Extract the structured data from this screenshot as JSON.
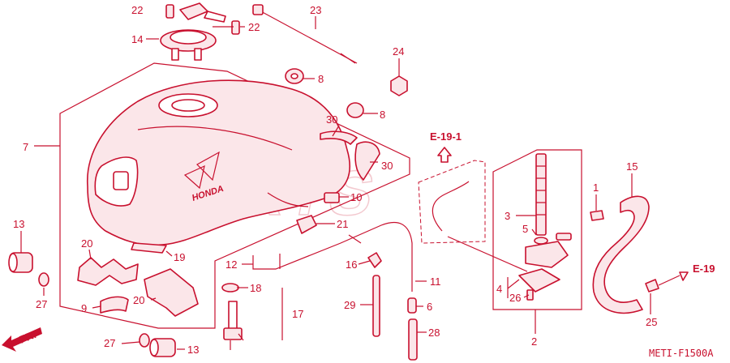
{
  "watermark": "XPARTS",
  "diagram_code": "METI-F1500A",
  "tank_logo": "HONDA",
  "front_indicator": "FR.",
  "references": {
    "e19_1": "E-19-1",
    "e19": "E-19"
  },
  "labels": {
    "p1": "1",
    "p2": "2",
    "p3": "3",
    "p4": "4",
    "p5": "5",
    "p6": "6",
    "p7": "7",
    "p8a": "8",
    "p8b": "8",
    "p9": "9",
    "p10": "10",
    "p11": "11",
    "p12": "12",
    "p13a": "13",
    "p13b": "13",
    "p14": "14",
    "p15": "15",
    "p16": "16",
    "p17": "17",
    "p18": "18",
    "p19": "19",
    "p20a": "20",
    "p20b": "20",
    "p21": "21",
    "p22a": "22",
    "p22b": "22",
    "p23": "23",
    "p24": "24",
    "p25": "25",
    "p26": "26",
    "p27a": "27",
    "p27b": "27",
    "p28": "28",
    "p29": "29",
    "p30a": "30",
    "p30b": "30"
  }
}
